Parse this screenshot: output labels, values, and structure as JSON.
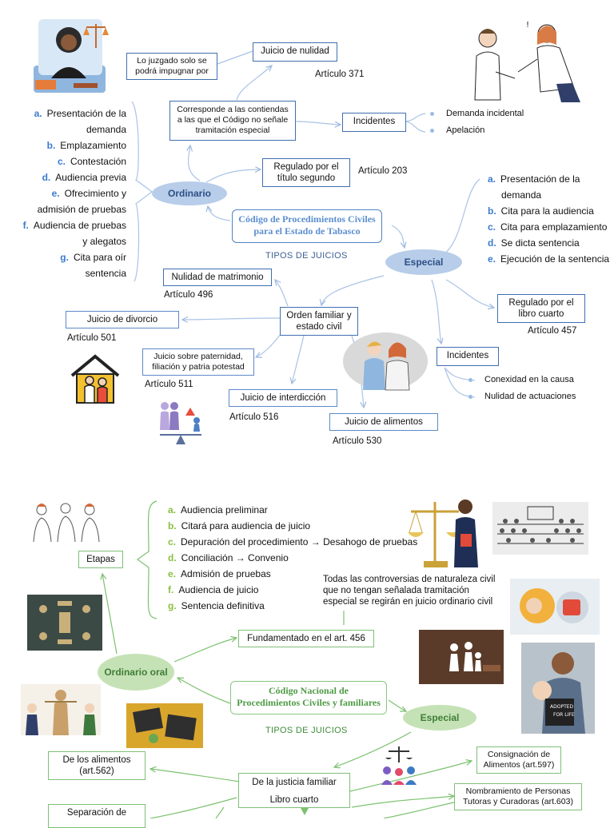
{
  "top": {
    "title": "Código de Procedimientos Civiles para el Estado de Tabasco",
    "tipos": "TIPOS DE JUICIOS",
    "ordinario": "Ordinario",
    "especial": "Especial",
    "nulidad_box": "Juicio de nulidad",
    "impugnar_box": "Lo juzgado solo se podrá impugnar por",
    "art371": "Artículo 371",
    "corresponde_box": "Corresponde a las contiendas a las que el Código no señale tramitación especial",
    "incidentes_box": "Incidentes",
    "incidentes_items": [
      "Demanda incidental",
      "Apelación"
    ],
    "regulado_segundo": "Regulado por el título segundo",
    "art203": "Artículo 203",
    "ordinario_steps": [
      {
        "m": "a.",
        "t": "Presentación de la"
      },
      {
        "m": "",
        "t": "demanda"
      },
      {
        "m": "b.",
        "t": "Emplazamiento"
      },
      {
        "m": "c.",
        "t": "Contestación"
      },
      {
        "m": "d.",
        "t": "Audiencia previa"
      },
      {
        "m": "e.",
        "t": "Ofrecimiento y"
      },
      {
        "m": "",
        "t": "admisión de pruebas"
      },
      {
        "m": "f.",
        "t": "Audiencia de pruebas"
      },
      {
        "m": "",
        "t": "y alegatos"
      },
      {
        "m": "g.",
        "t": "Cita para oír"
      },
      {
        "m": "",
        "t": "sentencia"
      }
    ],
    "especial_steps": [
      {
        "m": "a.",
        "t": "Presentación de la"
      },
      {
        "m": "",
        "t": "demanda"
      },
      {
        "m": "b.",
        "t": "Cita para la audiencia"
      },
      {
        "m": "c.",
        "t": "Cita para emplazamiento"
      },
      {
        "m": "d.",
        "t": "Se dicta sentencia"
      },
      {
        "m": "e.",
        "t": "Ejecución de la sentencia"
      }
    ],
    "regulado_cuarto": "Regulado por el libro cuarto",
    "art457": "Artículo 457",
    "incidentes2_box": "Incidentes",
    "incidentes2_items": [
      "Conexidad en la causa",
      "Nulidad de actuaciones"
    ],
    "orden_box": "Orden familiar y estado civil",
    "nulidad_matr": "Nulidad de matrimonio",
    "art496": "Artículo 496",
    "divorcio": "Juicio de divorcio",
    "art501": "Artículo 501",
    "paternidad": "Juicio sobre paternidad, filiación y patria potestad",
    "art511": "Artículo 511",
    "interdiccion": "Juicio de interdicción",
    "art516": "Artículo 516",
    "alimentos": "Juicio de alimentos",
    "art530": "Artículo 530"
  },
  "bottom": {
    "title": "Código Nacional de Procedimientos Civiles y familiares",
    "tipos": "TIPOS DE JUICIOS",
    "ordinario": "Ordinario oral",
    "especial": "Especial",
    "etapas": "Etapas",
    "etapas_steps": [
      {
        "m": "a.",
        "t": "Audiencia preliminar"
      },
      {
        "m": "b.",
        "t": "Citará para audiencia de juicio"
      },
      {
        "m": "c.",
        "t": "Depuración del procedimiento → Desahogo de pruebas"
      },
      {
        "m": "d.",
        "t": "Conciliación → Convenio"
      },
      {
        "m": "e.",
        "t": "Admisión de pruebas"
      },
      {
        "m": "f.",
        "t": "Audiencia de juicio"
      },
      {
        "m": "g.",
        "t": "Sentencia definitiva"
      }
    ],
    "controversias": [
      "Todas las controversias de naturaleza civil",
      "que no tengan señalada tramitación",
      "especial se regirán en juicio ordinario civil"
    ],
    "fundamentado": "Fundamentado en el art. 456",
    "justicia_familiar": "De la justicia familiar",
    "libro_cuarto": "Libro cuarto",
    "alimentos": "De los alimentos (art.562)",
    "separacion": "Separación de",
    "consignacion": "Consignación de Alimentos (art.597)",
    "nombramiento": "Nombramiento de Personas Tutoras y Curadoras (art.603)"
  }
}
